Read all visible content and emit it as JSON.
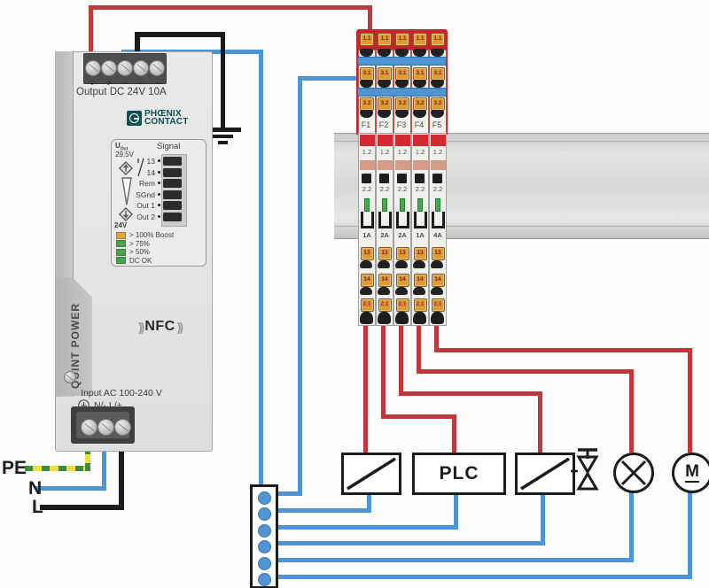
{
  "colors": {
    "wire_red": "#bd3a3c",
    "wire_blue": "#4f94d3",
    "wire_black": "#1c1c1c",
    "pe_yellow": "#f0df3a",
    "pe_green": "#3c8a3c",
    "brand_teal": "#0d4f53",
    "led_orange": "#e2a53d",
    "led_green": "#4aa54e",
    "terminal_yellow": "#dc9c33",
    "breaker_red": "#c5262e"
  },
  "power_supply": {
    "side_label": "QUINT POWER",
    "brand": {
      "line1": "PHŒNIX",
      "line2": "CONTACT"
    },
    "output": {
      "label": "Output DC 24V 10A",
      "polarity": [
        "+",
        "+",
        "−",
        "−",
        "−"
      ]
    },
    "display": {
      "u_out_name": "U",
      "u_out_sub": "Out",
      "u_out_value": "29,5V",
      "adjust_value": "24V"
    },
    "signal": {
      "title": "Signal",
      "rows": [
        "13",
        "14",
        "Rem",
        "SGnd",
        "Out 1",
        "Out 2"
      ]
    },
    "leds": [
      {
        "color": "orange",
        "label": "> 100% Boost"
      },
      {
        "color": "green",
        "label": "> 75%"
      },
      {
        "color": "green",
        "label": "> 50%"
      },
      {
        "color": "green",
        "label": "DC OK"
      }
    ],
    "nfc_label": "NFC",
    "nfc_waves": "))",
    "input": {
      "label": "Input AC 100-240 V",
      "terminals": "N/- L/+"
    }
  },
  "mains": {
    "pe": "PE",
    "n": "N",
    "l": "L"
  },
  "breaker_block": {
    "top_terminal": "1.1",
    "mid_terminals": [
      "3.1",
      "3.2"
    ],
    "row2_terminals": [
      "1.2",
      "2.2"
    ],
    "bottom_terminals": [
      "13",
      "14",
      "2.1"
    ],
    "modules": [
      {
        "name": "F1",
        "rating": "1A"
      },
      {
        "name": "F2",
        "rating": "2A"
      },
      {
        "name": "F3",
        "rating": "2A"
      },
      {
        "name": "F4",
        "rating": "1A"
      },
      {
        "name": "F5",
        "rating": "4A"
      }
    ]
  },
  "loads": {
    "plc_label": "PLC",
    "motor_label": "M"
  }
}
